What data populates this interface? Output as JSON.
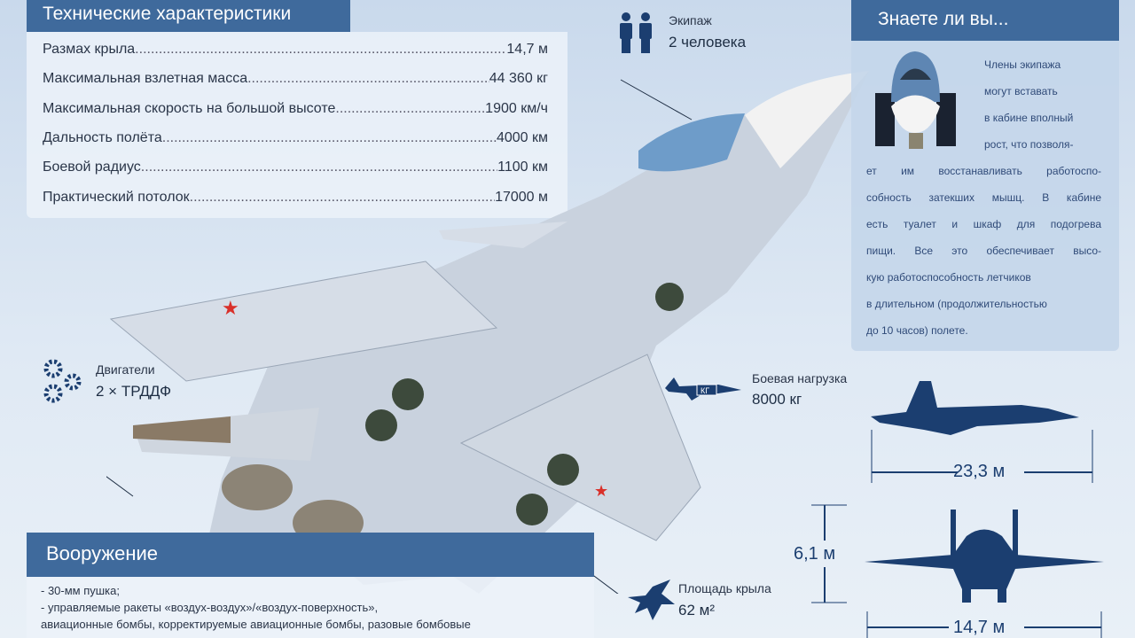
{
  "specs": {
    "title": "Технические характеристики",
    "rows": [
      {
        "name": "Размах крыла",
        "value": "14,7 м"
      },
      {
        "name": "Максимальная взлетная масса",
        "value": "44 360 кг"
      },
      {
        "name": "Максимальная скорость на большой высоте",
        "value": "1900 км/ч"
      },
      {
        "name": "Дальность полёта",
        "value": "4000 км"
      },
      {
        "name": "Боевой радиус",
        "value": "1100 км"
      },
      {
        "name": "Практический потолок",
        "value": "17000 м"
      }
    ]
  },
  "crew": {
    "label": "Экипаж",
    "value": "2 человека",
    "icon": "two-people-icon"
  },
  "engines": {
    "label": "Двигатели",
    "value": "2 × ТРДДФ",
    "icon": "gears-icon"
  },
  "payload": {
    "label": "Боевая нагрузка",
    "value": "8000 кг",
    "icon": "jet-kg-icon",
    "badge": "КГ"
  },
  "wing_area": {
    "label": "Площадь крыла",
    "value": "62 м²",
    "icon": "jet-top-icon"
  },
  "dimensions": {
    "length": "23,3 м",
    "height": "6,1 м",
    "span": "14,7 м"
  },
  "fact": {
    "title": "Знаете ли вы...",
    "lines": [
      "Члены экипажа",
      "могут вставать",
      "в кабине вполный",
      "рост, что позволя-",
      "ет им восстанавливать работоспо-",
      "собность затекших мышц. В кабине",
      "есть туалет и шкаф для подогрева",
      "пищи. Все это обеспечивает высо-",
      "кую работоспособность летчиков",
      "в длительном (продолжительностью",
      "до 10 часов) полете."
    ]
  },
  "armament": {
    "title": "Вооружение",
    "lines": [
      "- 30-мм пушка;",
      "- управляемые ракеты «воздух-воздух»/«воздух-поверхность»,",
      "авиационные бомбы, корректируемые авиационные бомбы,  разовые бомбовые"
    ]
  },
  "colors": {
    "header": "#3f6a9c",
    "text_dark": "#1b3e70",
    "star": "#d9302a"
  }
}
